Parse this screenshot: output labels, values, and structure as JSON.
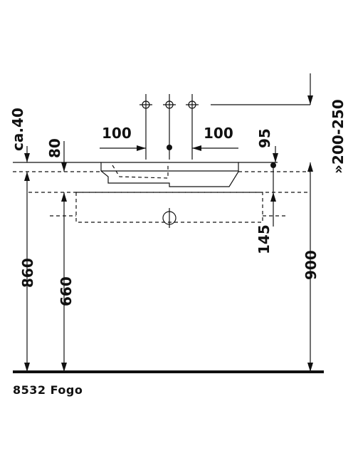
{
  "dimensions": {
    "ca40": "ca.40",
    "d80": "80",
    "d100_left": "100",
    "d100_right": "100",
    "d95": "95",
    "d200_250": "»200-250",
    "d860": "860",
    "d660": "660",
    "d145": "145",
    "d900": "900"
  },
  "caption": "8532 Fogo"
}
